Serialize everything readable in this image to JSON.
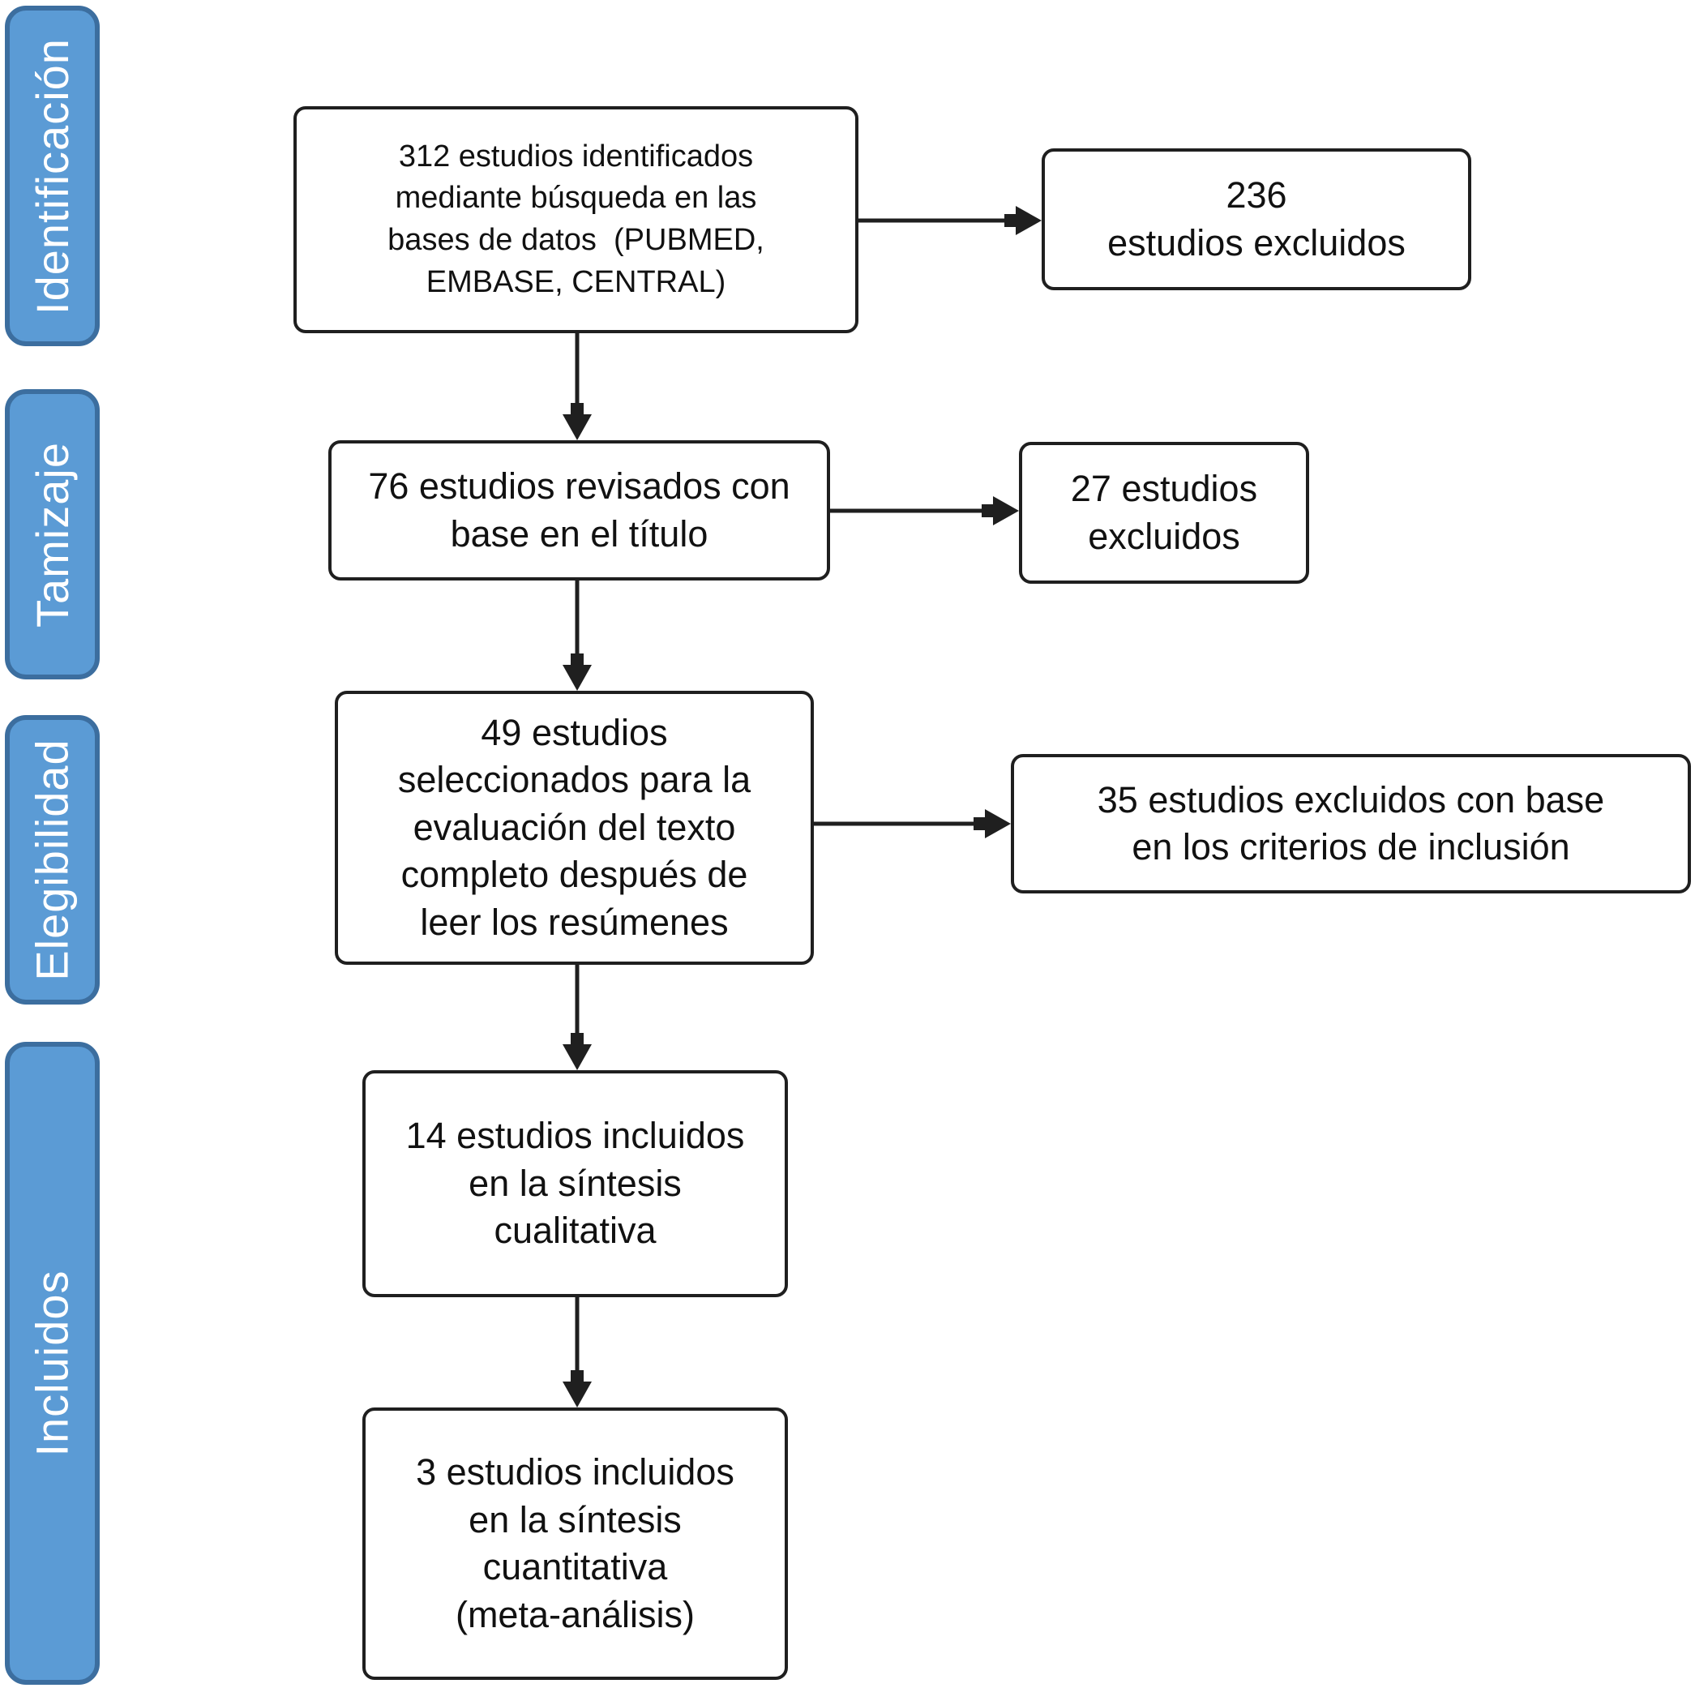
{
  "colors": {
    "stage_fill": "#5b9bd5",
    "stage_border": "#3c6e9f",
    "stage_text": "#ffffff",
    "box_fill": "#ffffff",
    "box_border": "#1f1f1f",
    "box_text": "#111111",
    "arrow": "#1f1f1f"
  },
  "icons": {
    "arrow_head": "filled-triangle-arrowhead"
  },
  "stages": [
    {
      "label": "Identificación"
    },
    {
      "label": "Tamizaje"
    },
    {
      "label": "Elegibilidad"
    },
    {
      "label": "Incluidos"
    }
  ],
  "flow": [
    {
      "text": "312 estudios identificados\nmediante búsqueda en las\nbases de datos  (PUBMED,\nEMBASE, CENTRAL)"
    },
    {
      "text": "76 estudios revisados con\nbase en el título"
    },
    {
      "text": "49 estudios\nseleccionados para la\nevaluación del texto\ncompleto después de\nleer los resúmenes"
    },
    {
      "text": "14 estudios incluidos\nen la síntesis\ncualitativa"
    },
    {
      "text": "3 estudios incluidos\nen la síntesis\ncuantitativa\n(meta-análisis)"
    }
  ],
  "excluded": [
    {
      "text": "236\nestudios excluidos"
    },
    {
      "text": "27 estudios\nexcluidos"
    },
    {
      "text": "35 estudios excluidos con base\nen los criterios de inclusión"
    }
  ]
}
